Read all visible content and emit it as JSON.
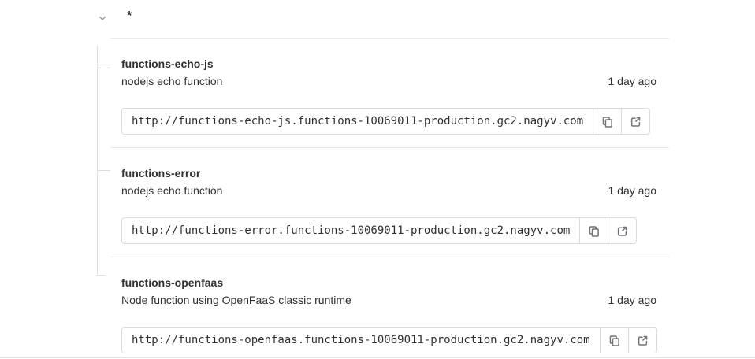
{
  "environment": {
    "name": "*",
    "chevron_icon": "chevron-down",
    "expanded": true
  },
  "functions": [
    {
      "name": "functions-echo-js",
      "description": "nodejs echo function",
      "updated": "1 day ago",
      "url": "http://functions-echo-js.functions-10069011-production.gc2.nagyv.com"
    },
    {
      "name": "functions-error",
      "description": "nodejs echo function",
      "updated": "1 day ago",
      "url": "http://functions-error.functions-10069011-production.gc2.nagyv.com"
    },
    {
      "name": "functions-openfaas",
      "description": "Node function using OpenFaaS classic runtime",
      "updated": "1 day ago",
      "url": "http://functions-openfaas.functions-10069011-production.gc2.nagyv.com"
    }
  ],
  "icons": {
    "copy": "copy-to-clipboard",
    "external": "external-link"
  },
  "colors": {
    "text": "#303030",
    "icon": "#737278",
    "border": "#dbdbdb",
    "divider": "#e9e9e9",
    "tree_line": "#dedede"
  }
}
